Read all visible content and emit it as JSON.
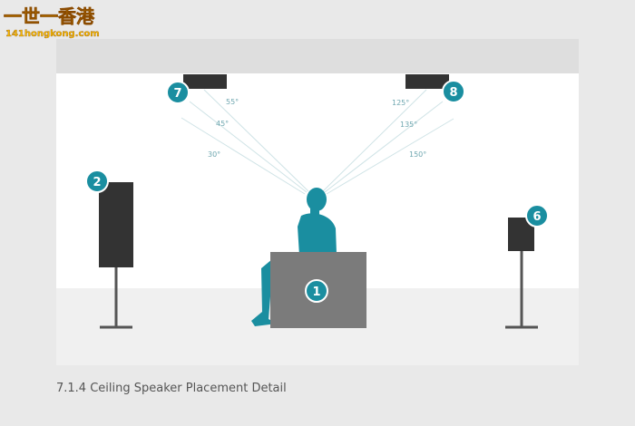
{
  "watermark": {
    "title": "一世一香港",
    "url": "141hongkong.com"
  },
  "caption": "7.1.4 Ceiling Speaker Placement Detail",
  "colors": {
    "teal": "#1a8ea0",
    "speaker": "#333333",
    "seat": "#7b7b7b",
    "ray": "#cfe3e6",
    "ceiling": "#dedede",
    "floor": "#f0f0f0"
  },
  "angle_labels": {
    "front": [
      "55°",
      "45°",
      "30°"
    ],
    "rear": [
      "125°",
      "135°",
      "150°"
    ]
  },
  "badges": {
    "seat": "1",
    "front_left": "2",
    "side_right": "6",
    "ceiling_front": "7",
    "ceiling_rear": "8"
  }
}
